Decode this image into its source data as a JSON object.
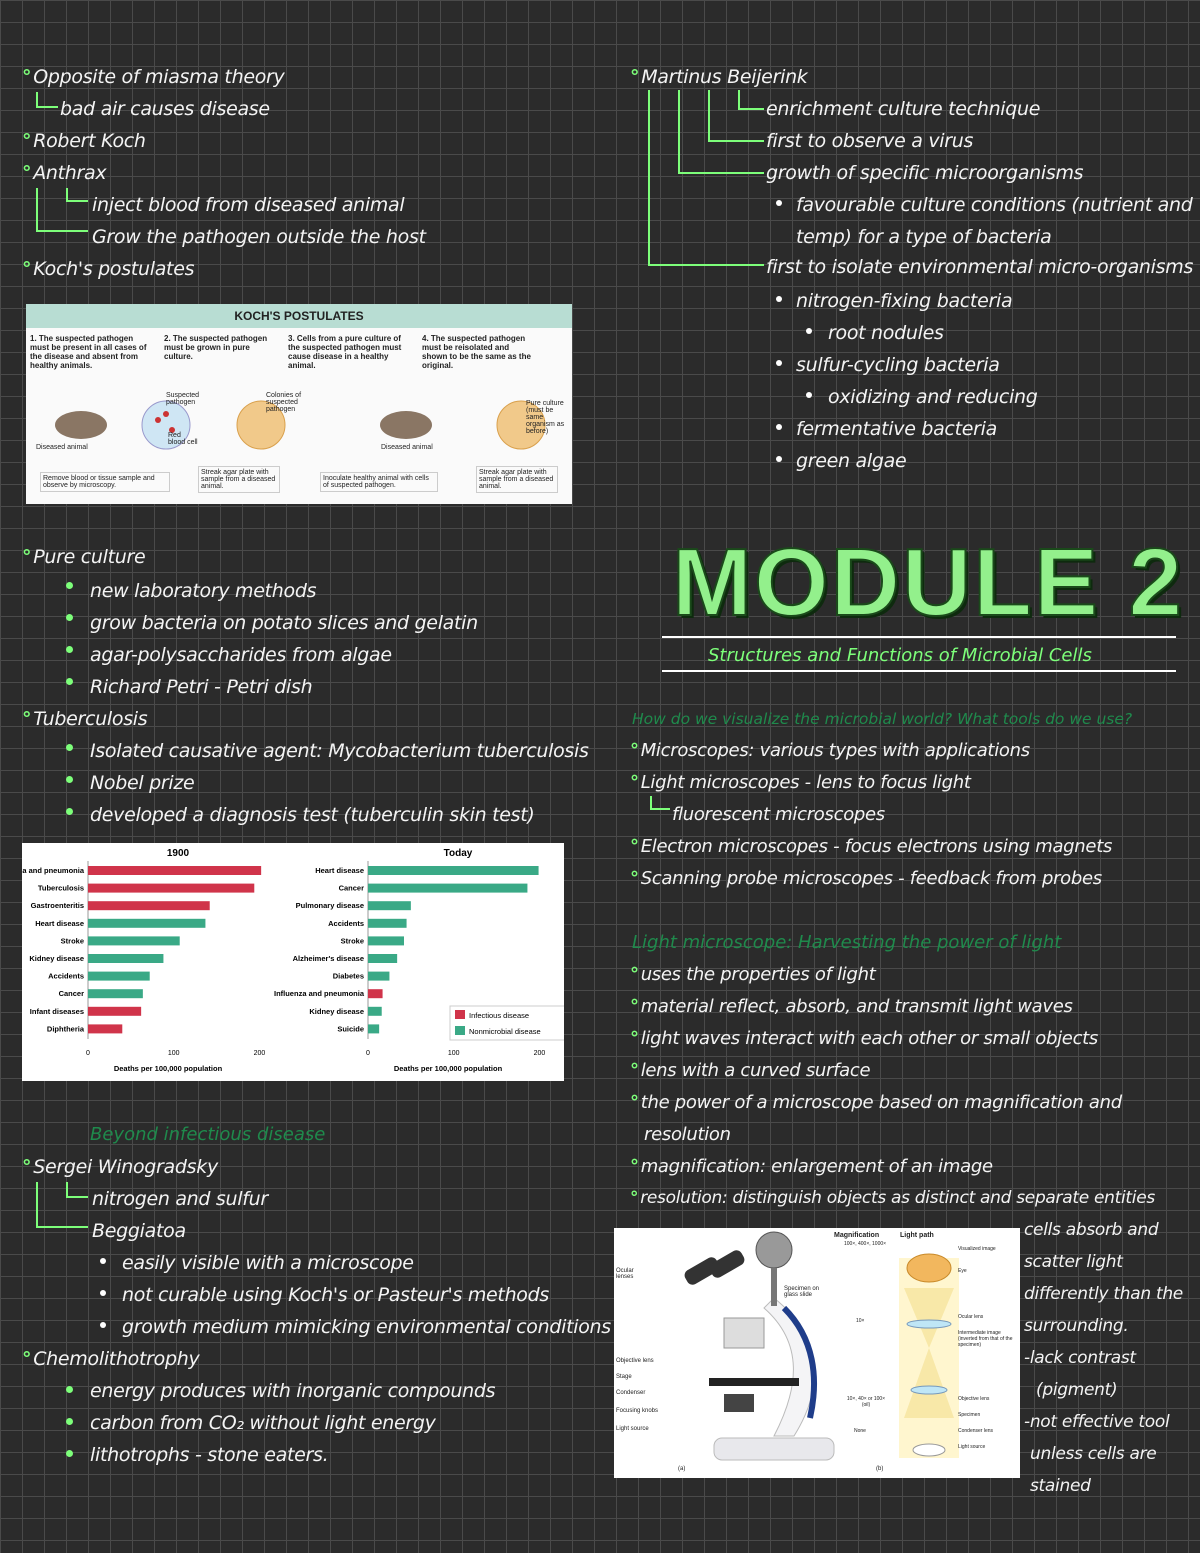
{
  "left": {
    "miasma": "Opposite of miasma theory",
    "bad_air": "bad air causes disease",
    "koch": "Robert Koch",
    "anthrax": "Anthrax",
    "inject": "inject blood from diseased animal",
    "grow": "Grow the pathogen outside the host",
    "postulates": "Koch's postulates",
    "pure_culture": "Pure culture",
    "pure_items": [
      "new laboratory methods",
      "grow bacteria on potato slices and gelatin",
      "agar-polysaccharides from algae",
      "Richard Petri - Petri dish"
    ],
    "tb": "Tuberculosis",
    "tb_items": [
      "Isolated causative agent: Mycobacterium tuberculosis",
      "Nobel prize",
      "developed a diagnosis test (tuberculin skin test)"
    ],
    "beyond": "Beyond infectious disease",
    "sergei": "Sergei Winogradsky",
    "nitrogen": "nitrogen and sulfur",
    "beggiatoa": "Beggiatoa",
    "beggiatoa_items": [
      "easily visible with a microscope",
      "not curable using Koch's or Pasteur's methods",
      "growth medium mimicking environmental conditions"
    ],
    "chemo": "Chemolithotrophy",
    "chemo_items": [
      "energy produces with inorganic compounds",
      "carbon from CO₂ without light energy",
      "lithotrophs - stone eaters."
    ]
  },
  "koch_figure": {
    "title": "KOCH'S POSTULATES",
    "steps": [
      "1. The suspected pathogen must be present in all cases of the disease and absent from healthy animals.",
      "2. The suspected pathogen must be grown in pure culture.",
      "3. Cells from a pure culture of the suspected pathogen must cause disease in a healthy animal.",
      "4. The suspected pathogen must be reisolated and shown to be the same as the original."
    ],
    "labels": [
      "Diseased animal",
      "Suspected pathogen",
      "Red blood cell",
      "Colonies of suspected pathogen",
      "Diseased animal",
      "Pure culture (must be same organism as before)"
    ],
    "captions": [
      "Remove blood or tissue sample and observe by microscopy.",
      "Streak agar plate with sample from a diseased animal.",
      "Inoculate healthy animal with cells of suspected pathogen.",
      "Streak agar plate with sample from a diseased animal."
    ]
  },
  "chart_data": [
    {
      "type": "bar",
      "title": "1900",
      "categories": [
        "Influenza and pneumonia",
        "Tuberculosis",
        "Gastroenteritis",
        "Heart disease",
        "Stroke",
        "Kidney disease",
        "Accidents",
        "Cancer",
        "Infant diseases",
        "Diphtheria"
      ],
      "values": [
        202,
        194,
        142,
        137,
        107,
        88,
        72,
        64,
        62,
        40
      ],
      "infectious": [
        true,
        true,
        true,
        false,
        false,
        false,
        false,
        false,
        true,
        true
      ],
      "xlabel": "Deaths per 100,000 population",
      "xticks": [
        0,
        100,
        200
      ],
      "xlim": [
        0,
        210
      ]
    },
    {
      "type": "bar",
      "title": "Today",
      "categories": [
        "Heart disease",
        "Cancer",
        "Pulmonary disease",
        "Accidents",
        "Stroke",
        "Alzheimer's disease",
        "Diabetes",
        "Influenza and pneumonia",
        "Kidney disease",
        "Suicide"
      ],
      "values": [
        199,
        186,
        50,
        45,
        42,
        34,
        25,
        17,
        16,
        13
      ],
      "infectious": [
        false,
        false,
        false,
        false,
        false,
        false,
        false,
        true,
        false,
        false
      ],
      "xlabel": "Deaths per 100,000 population",
      "xticks": [
        0,
        100,
        200
      ],
      "xlim": [
        0,
        210
      ],
      "legend": [
        "Infectious disease",
        "Nonmicrobial disease"
      ],
      "colors": {
        "infectious": "#d0344a",
        "nonmicrobial": "#3aa986"
      }
    }
  ],
  "right": {
    "beijerink": "Martinus Beijerink",
    "b1": "enrichment culture technique",
    "b2": "first to observe a virus",
    "b3": "growth of specific microorganisms",
    "b3a": "favourable culture conditions (nutrient and",
    "b3b": "temp) for a type of bacteria",
    "b4": "first to isolate environmental micro-organisms",
    "b4_items": [
      "nitrogen-fixing bacteria",
      "root nodules",
      "sulfur-cycling bacteria",
      "oxidizing and reducing",
      "fermentative bacteria",
      "green algae"
    ],
    "module": "MODULE 2",
    "module_sub": "Structures and Functions of Microbial Cells",
    "q1": "How do we visualize the microbial world? What tools do we use?",
    "micro": [
      "Microscopes: various types with applications",
      "Light microscopes - lens to focus light",
      "fluorescent microscopes",
      "Electron microscopes - focus electrons using magnets",
      "Scanning probe microscopes - feedback from probes"
    ],
    "q2": "Light microscope: Harvesting the power of light",
    "light": [
      "uses the properties of light",
      "material reflect, absorb, and transmit light waves",
      "light waves interact with each other or small objects",
      "lens with a curved surface",
      "the power of a microscope based on magnification and",
      "resolution",
      "magnification: enlargement of an image",
      "resolution: distinguish objects as distinct and separate entities"
    ],
    "side": [
      "cells absorb and",
      "scatter light",
      "differently than the",
      "surrounding.",
      "-lack contrast",
      "(pigment)",
      "-not effective tool",
      "unless cells are",
      "stained"
    ]
  },
  "microscope_figure": {
    "labels_left": [
      "Ocular lenses",
      "Objective lens",
      "Stage",
      "Condenser",
      "Focusing knobs",
      "Light source"
    ],
    "specimen": "Specimen on glass slide",
    "magnification": "Magnification",
    "light_path": "Light path",
    "mag_vals": [
      "100×, 400×, 1000×",
      "10×",
      "10×, 40× or 100× (oil)",
      "None"
    ],
    "path_labels": [
      "Visualized image",
      "Eye",
      "Ocular lens",
      "Intermediate image (inverted from that of the specimen)",
      "Objective lens",
      "Specimen",
      "Condenser lens",
      "Light source"
    ],
    "panel_a": "(a)",
    "panel_b": "(b)"
  }
}
